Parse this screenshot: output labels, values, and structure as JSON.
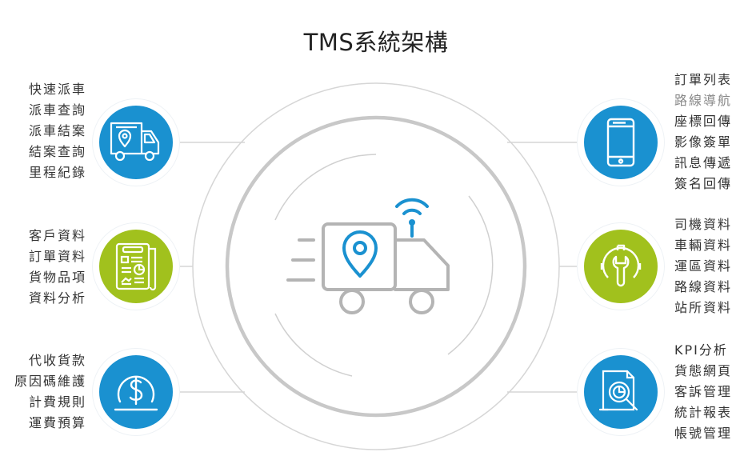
{
  "title": "TMS系統架構",
  "colors": {
    "blue": "#1a91d0",
    "green": "#a1c11d",
    "ring": "#c8c8c8"
  },
  "left_groups": [
    {
      "icon": "truck-location-icon",
      "color": "blue",
      "items": [
        "快速派車",
        "派車查詢",
        "派車結案",
        "結案查詢",
        "里程紀錄"
      ]
    },
    {
      "icon": "report-document-icon",
      "color": "green",
      "items": [
        "客戶資料",
        "訂單資料",
        "貨物品項",
        "資料分析"
      ]
    },
    {
      "icon": "dollar-coin-icon",
      "color": "blue",
      "items": [
        "代收貨款",
        "原因碼維護",
        "計費規則",
        "運費預算"
      ]
    }
  ],
  "right_groups": [
    {
      "icon": "smartphone-icon",
      "color": "blue",
      "items": [
        "訂單列表",
        "路線導航",
        "座標回傳",
        "影像簽單",
        "訊息傳遞",
        "簽名回傳"
      ]
    },
    {
      "icon": "gear-wrench-icon",
      "color": "green",
      "items": [
        "司機資料",
        "車輛資料",
        "運區資料",
        "路線資料",
        "站所資料"
      ]
    },
    {
      "icon": "analytics-search-icon",
      "color": "blue",
      "items": [
        "KPI分析",
        "貨態網頁",
        "客訴管理",
        "統計報表",
        "帳號管理"
      ]
    }
  ]
}
